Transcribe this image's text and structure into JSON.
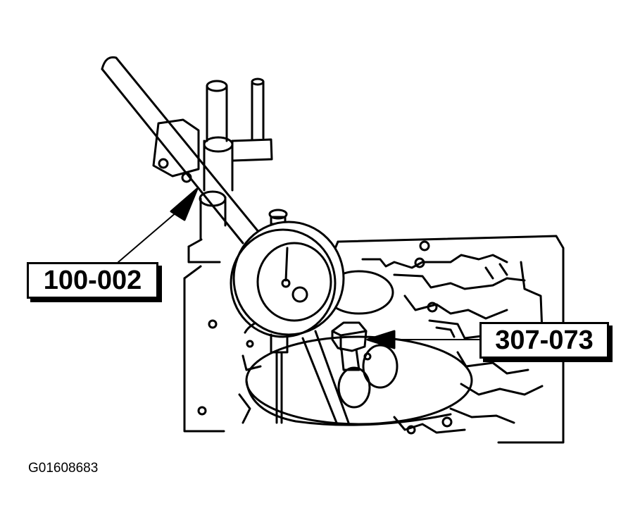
{
  "callouts": {
    "left_label": "100-002",
    "right_label": "307-073"
  },
  "figure_id": "G01608683",
  "colors": {
    "ink": "#000000",
    "paper": "#ffffff"
  }
}
